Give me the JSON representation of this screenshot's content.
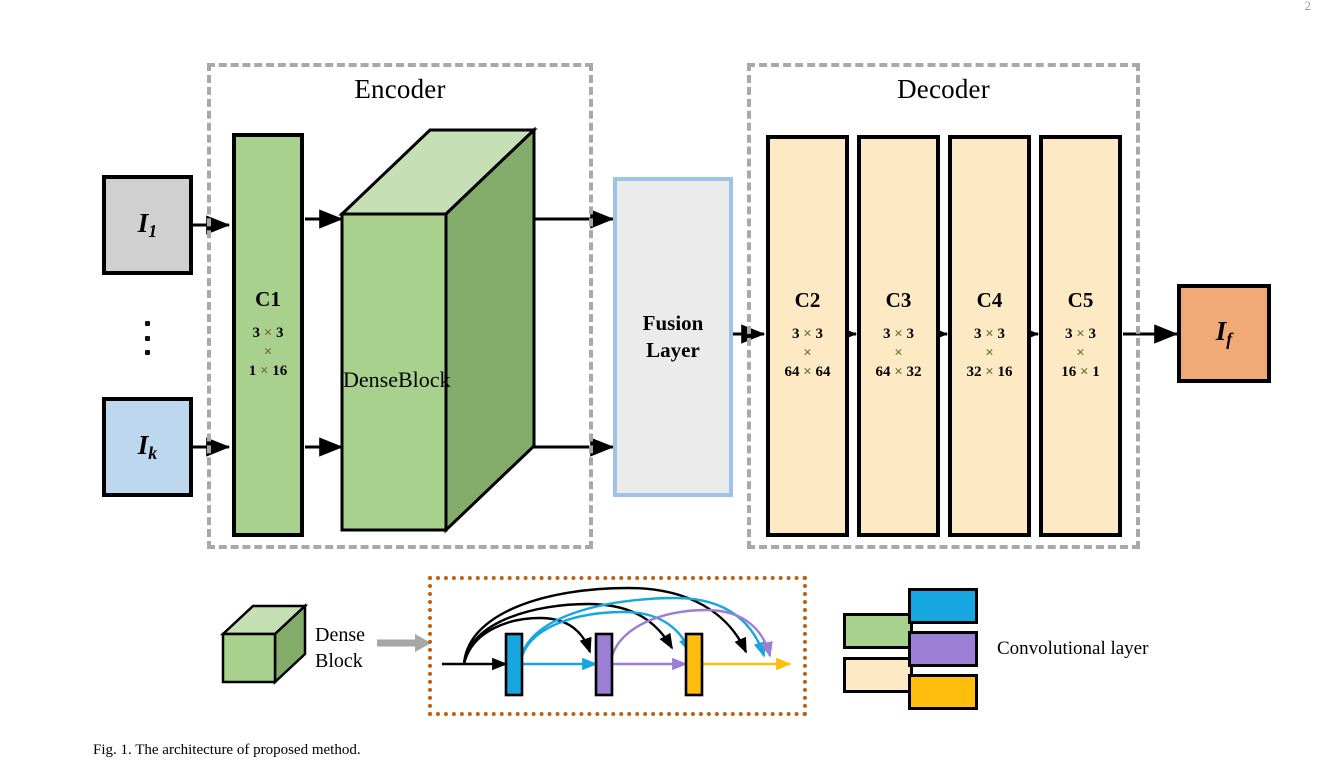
{
  "page": {
    "number": "2"
  },
  "figure": {
    "caption": "Fig. 1.   The architecture of proposed method."
  },
  "inputs": [
    {
      "label": "I",
      "sub": "1",
      "name": "input-image-1",
      "color": "#d0d0d0"
    },
    {
      "label": "I",
      "sub": "k",
      "name": "input-image-k",
      "color": "#bdd7ee"
    }
  ],
  "ellipsis": {
    "name": "vertical-ellipsis",
    "dots": 3
  },
  "output": {
    "label": "I",
    "sub": "f",
    "name": "fused-output-image",
    "color": "#f0a977"
  },
  "encoder": {
    "title": "Encoder",
    "conv": {
      "name": "C1",
      "spec_line1": "3 × 3",
      "spec_line2": "×",
      "spec_line3": "1 × 16",
      "color": "#a9d18e"
    },
    "denseblock": {
      "label": "DenseBlock",
      "front_color": "#a9d18e",
      "top_color": "#c5e0b4",
      "side_color": "#83ab6a"
    }
  },
  "fusion": {
    "line1": "Fusion",
    "line2": "Layer",
    "fill": "#ebebeb",
    "border": "#9dc3e6"
  },
  "decoder": {
    "title": "Decoder",
    "columns": [
      {
        "name": "C2",
        "spec_line1": "3 × 3",
        "spec_line2": "×",
        "spec_line3": "64 × 64"
      },
      {
        "name": "C3",
        "spec_line1": "3 × 3",
        "spec_line2": "×",
        "spec_line3": "64 × 32"
      },
      {
        "name": "C4",
        "spec_line1": "3 × 3",
        "spec_line2": "×",
        "spec_line3": "32 × 16"
      },
      {
        "name": "C5",
        "spec_line1": "3 × 3",
        "spec_line2": "×",
        "spec_line3": "16 × 1"
      }
    ],
    "color": "#fdeac4"
  },
  "dense_detail": {
    "cube_caption_line1": "Dense",
    "cube_caption_line2": "Block",
    "border_color": "#c1610f",
    "layers": [
      {
        "name": "dense-conv-layer-1",
        "color": "#17a7e0"
      },
      {
        "name": "dense-conv-layer-2",
        "color": "#9b7fd4"
      },
      {
        "name": "dense-conv-layer-3",
        "color": "#ffbe0b"
      }
    ]
  },
  "legend": {
    "text": "Convolutional layer",
    "swatches": [
      {
        "name": "legend-swatch-green",
        "color": "#a9d18e"
      },
      {
        "name": "legend-swatch-cream",
        "color": "#fdeac4"
      },
      {
        "name": "legend-swatch-blue",
        "color": "#17a7e0"
      },
      {
        "name": "legend-swatch-purple",
        "color": "#9b7fd4"
      },
      {
        "name": "legend-swatch-yellow",
        "color": "#ffbe0b"
      }
    ]
  }
}
